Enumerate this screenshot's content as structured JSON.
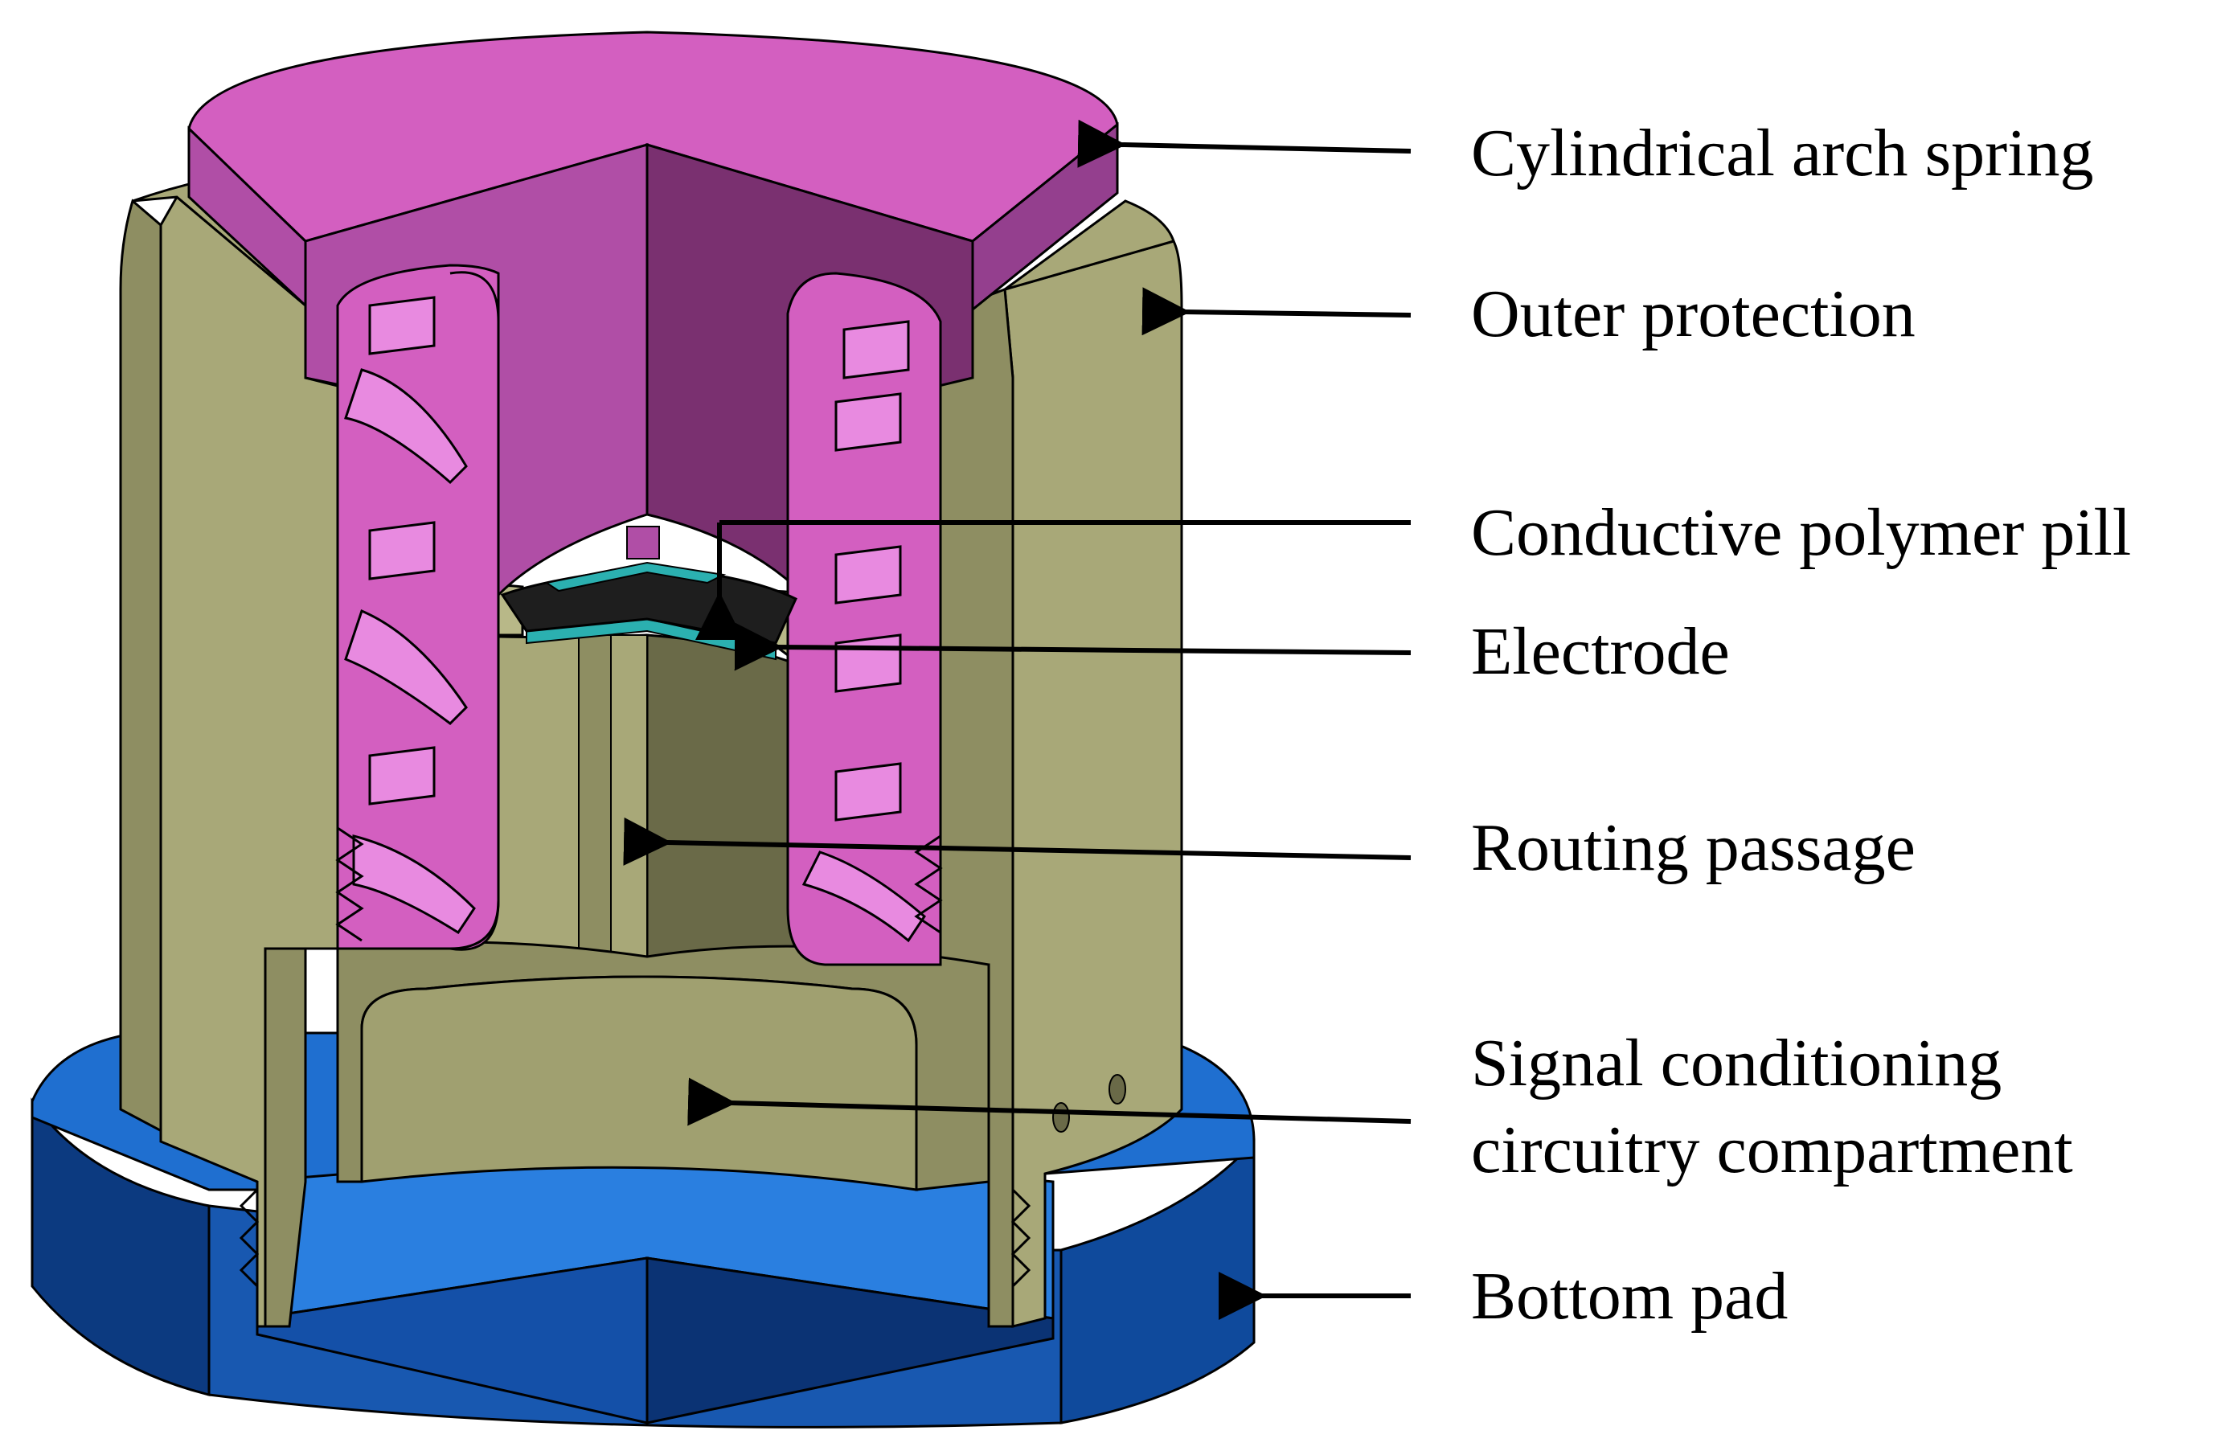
{
  "figure": {
    "labels": [
      {
        "id": "cylindrical-arch-spring",
        "lines": [
          "Cylindrical arch spring"
        ]
      },
      {
        "id": "outer-protection",
        "lines": [
          "Outer protection"
        ]
      },
      {
        "id": "conductive-polymer-pill",
        "lines": [
          "Conductive polymer pill"
        ]
      },
      {
        "id": "electrode",
        "lines": [
          "Electrode"
        ]
      },
      {
        "id": "routing-passage",
        "lines": [
          "Routing passage"
        ]
      },
      {
        "id": "signal-conditioning-compartment",
        "lines": [
          "Signal conditioning",
          "circuitry compartment"
        ]
      },
      {
        "id": "bottom-pad",
        "lines": [
          "Bottom pad"
        ]
      }
    ]
  },
  "colors": {
    "spring_top": "#d35fc0",
    "spring_side": "#b04ea6",
    "spring_inner_dark": "#7a3070",
    "spring_inner_mid": "#943f8e",
    "spring_coil_light": "#e88ae0",
    "spring_coil_dark": "#b85bb0",
    "housing_light": "#a8a878",
    "housing_mid": "#8e8e62",
    "housing_dark": "#6a6a48",
    "housing_shadow": "#55553a",
    "pad_light": "#1f6fd0",
    "pad_mid": "#1858b0",
    "pad_dark": "#0c3a80",
    "pad_floor": "#2a7fe0",
    "pill": "#1e1e1e",
    "electrode": "#2bb0b0",
    "outline": "#000000",
    "arrow": "#000000"
  }
}
